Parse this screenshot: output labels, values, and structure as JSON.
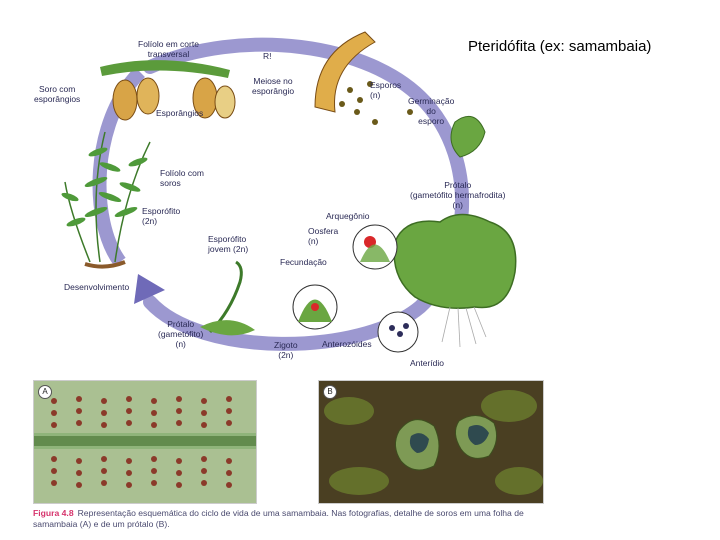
{
  "title": "Pteridófita (ex: samambaia)",
  "labels": {
    "foliolo_corte": "Folíolo em corte\ntransversal",
    "r": "R!",
    "meiose": "Meiose no\nesporângio",
    "esporos": "Esporos\n(n)",
    "soro": "Soro com\nesporângios",
    "esporangios": "Esporângios",
    "germinacao": "Germinação\ndo\nesporo",
    "foliolo_soros": "Folíolo com\nsoros",
    "protalo_herma": "Prótalo\n(gametófito hermafrodita)\n(n)",
    "esporofito": "Esporófito\n(2n)",
    "arquegonio": "Arquegônio",
    "oosfera": "Oosfera\n(n)",
    "esporofito_jovem": "Esporófito\njovem (2n)",
    "fecundacao": "Fecundação",
    "desenvolvimento": "Desenvolvimento",
    "protalo_gamet": "Prótalo\n(gametófito)\n(n)",
    "zigoto": "Zigoto\n(2n)",
    "anterozoides": "Anterozóides",
    "anteridio": "Anterídio"
  },
  "photos": {
    "a": "A",
    "b": "B"
  },
  "caption": {
    "figure": "Figura 4.8",
    "text": "Representação esquemática do ciclo de vida de uma samambaia. Nas fotografias, detalhe de soros em uma folha de samambaia (A) e de um prótalo (B)."
  },
  "colors": {
    "cycle_arrow": "#8b86c8",
    "leaf_green": "#4f9a3a",
    "protalo_green": "#6aa641",
    "sporangium": "#c9973a",
    "caption_fig": "#d6336c"
  }
}
